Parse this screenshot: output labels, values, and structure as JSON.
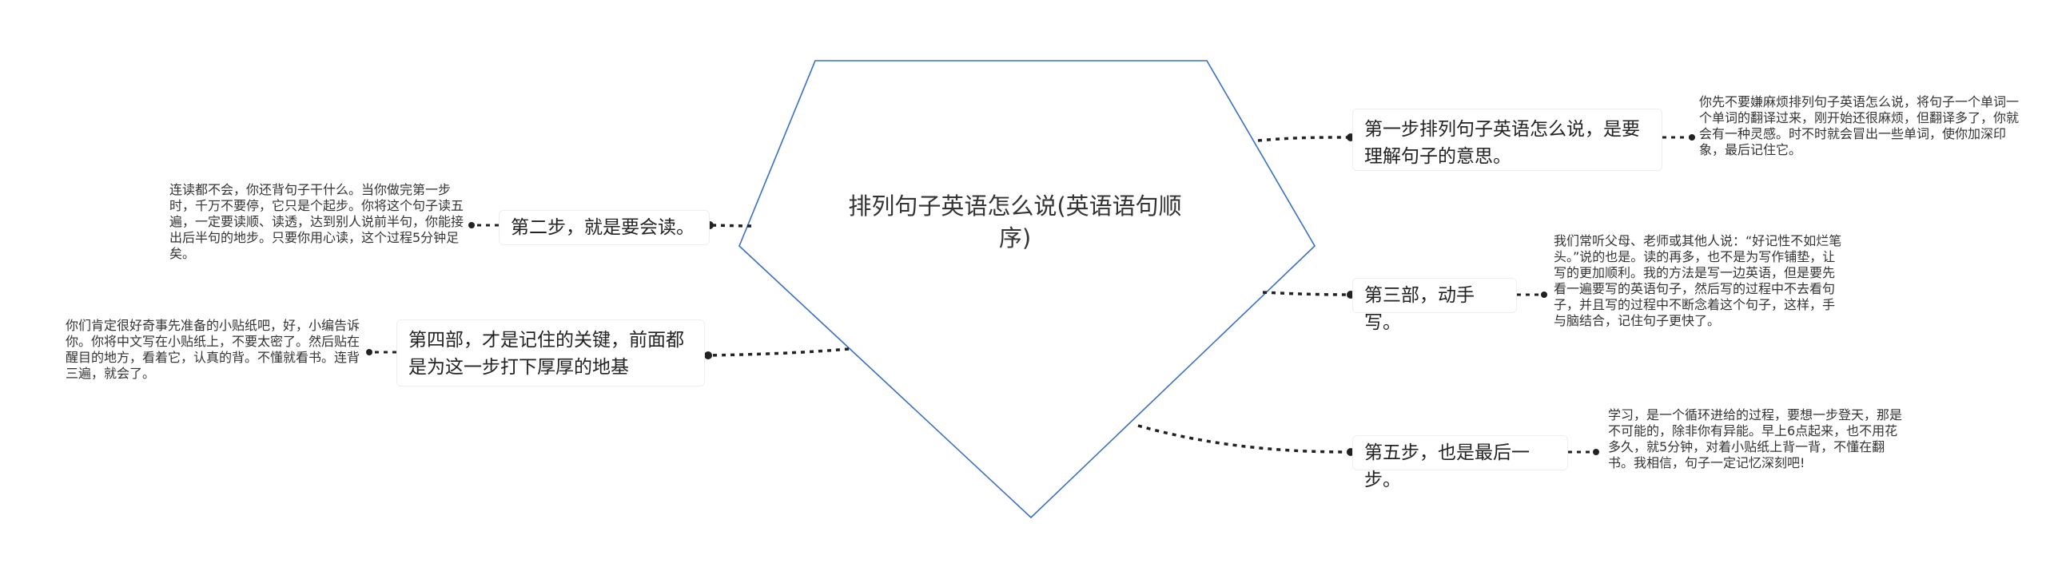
{
  "center": {
    "title": "排列句子英语怎么说(英语语句顺序)"
  },
  "branches": {
    "step1": {
      "label": "第一步排列句子英语怎么说，是要理解句子的意思。",
      "note": "你先不要嫌麻烦排列句子英语怎么说，将句子一个单词一个单词的翻译过来，刚开始还很麻烦，但翻译多了，你就会有一种灵感。时不时就会冒出一些单词，使你加深印象，最后记住它。"
    },
    "step2": {
      "label": "第二步，就是要会读。",
      "note": "连读都不会，你还背句子干什么。当你做完第一步时，千万不要停，它只是个起步。你将这个句子读五遍，一定要读顺、读透，达到别人说前半句，你能接出后半句的地步。只要你用心读，这个过程5分钟足矣。"
    },
    "step3": {
      "label": "第三部，动手写。",
      "note": "我们常听父母、老师或其他人说：“好记性不如烂笔头。”说的也是。读的再多，也不是为写作铺垫，让写的更加顺利。我的方法是写一边英语，但是要先看一遍要写的英语句子，然后写的过程中不去看句子，并且写的过程中不断念着这个句子，这样，手与脑结合，记住句子更快了。"
    },
    "step4": {
      "label": "第四部，才是记住的关键，前面都是为这一步打下厚厚的地基",
      "note": "你们肯定很好奇事先准备的小贴纸吧，好，小编告诉你。你将中文写在小贴纸上，不要太密了。然后贴在醒目的地方，看着它，认真的背。不懂就看书。连背三遍，就会了。"
    },
    "step5": {
      "label": "第五步，也是最后一步。",
      "note": "学习，是一个循环进给的过程，要想一步登天，那是不可能的，除非你有异能。早上6点起来，也不用花多久，就5分钟，对着小贴纸上背一背，不懂在翻书。我相信，句子一定记忆深刻吧!"
    }
  },
  "colors": {
    "center_outline": "#3a6fc4",
    "connector": "#222222",
    "node_border": "#eeeeee"
  }
}
